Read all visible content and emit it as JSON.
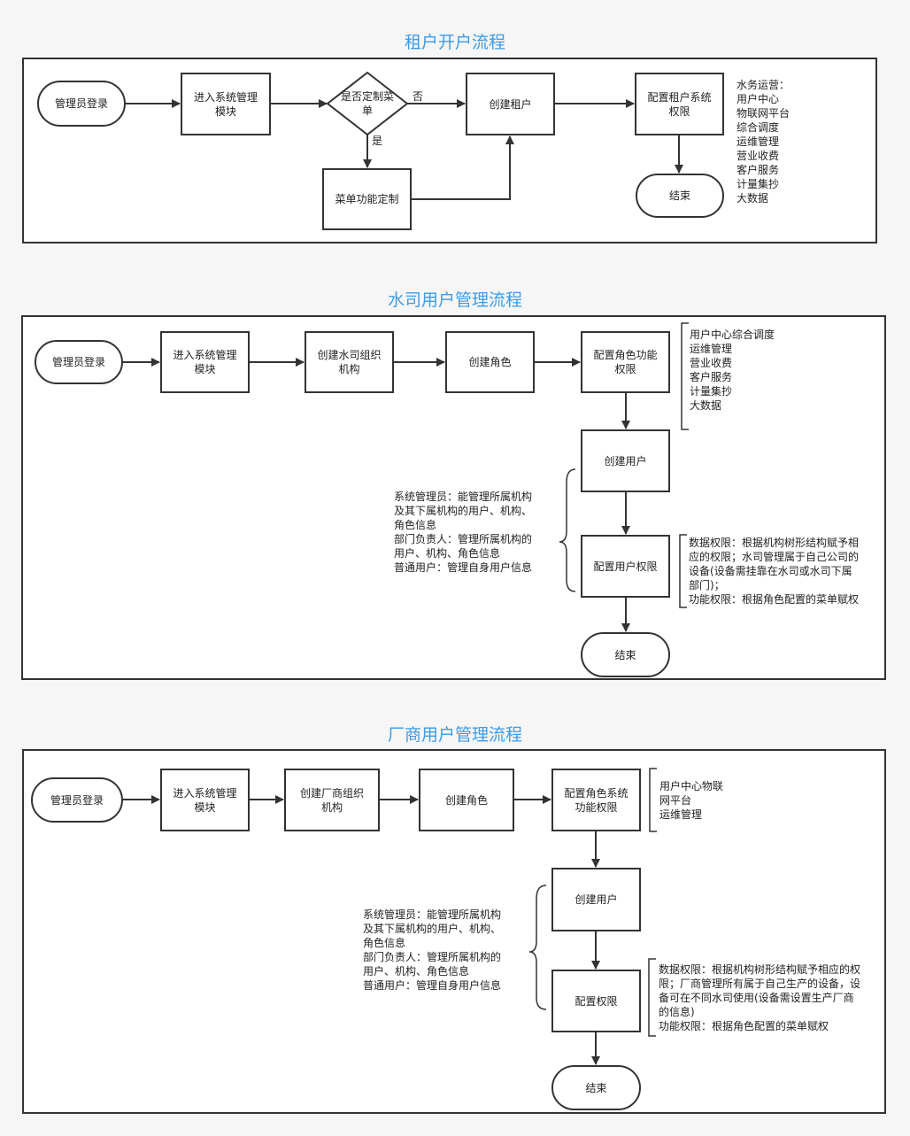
{
  "colors": {
    "title": "#3d9bea",
    "line": "#333333",
    "frame_bg": "#ffffff",
    "page_bg": "#f6f6f6"
  },
  "sections": [
    {
      "title": "租户开户流程",
      "nodes": {
        "login": "管理员登录",
        "enter": "进入系统管理\n模块",
        "decision": "是否定制菜\n单",
        "create_tenant": "创建租户",
        "menu_custom": "菜单功能定制",
        "config": "配置租户系统\n权限",
        "end": "结束"
      },
      "labels": {
        "no": "否",
        "yes": "是"
      },
      "note": "水务运营：\n用户中心\n物联网平台\n综合调度\n运维管理\n营业收费\n客户服务\n计量集抄\n大数据"
    },
    {
      "title": "水司用户管理流程",
      "nodes": {
        "login": "管理员登录",
        "enter": "进入系统管理\n模块",
        "org": "创建水司组织\n机构",
        "role": "创建角色",
        "role_perm": "配置角色功能\n权限",
        "user": "创建用户",
        "user_perm": "配置用户权限",
        "end": "结束"
      },
      "note_modules": "用户中心综合调度\n运维管理\n营业收费\n客户服务\n计量集抄\n大数据",
      "note_roles": "系统管理员：能管理所属机构\n及其下属机构的用户、机构、\n角色信息\n部门负责人：管理所属机构的\n用户、机构、角色信息\n普通用户：管理自身用户信息",
      "note_perm": "数据权限：根据机构树形结构赋予相\n应的权限；水司管理属于自己公司的\n设备(设备需挂靠在水司或水司下属\n部门)；\n功能权限：根据角色配置的菜单赋权"
    },
    {
      "title": "厂商用户管理流程",
      "nodes": {
        "login": "管理员登录",
        "enter": "进入系统管理\n模块",
        "org": "创建厂商组织\n机构",
        "role": "创建角色",
        "role_perm": "配置角色系统\n功能权限",
        "user": "创建用户",
        "perm": "配置权限",
        "end": "结束"
      },
      "note_modules": "用户中心物联\n网平台\n运维管理",
      "note_roles": "系统管理员：能管理所属机构\n及其下属机构的用户、机构、\n角色信息\n部门负责人：管理所属机构的\n用户、机构、角色信息\n普通用户：管理自身用户信息",
      "note_perm": "数据权限：根据机构树形结构赋予相应的权\n限；厂商管理所有属于自己生产的设备，设\n备可在不同水司使用(设备需设置生产厂商\n的信息)\n功能权限：根据角色配置的菜单赋权"
    }
  ]
}
